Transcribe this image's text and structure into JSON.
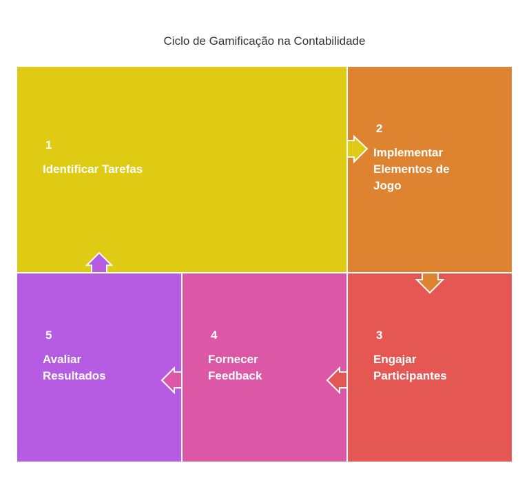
{
  "title": "Ciclo de Gamificação na Contabilidade",
  "colors": {
    "yellow": "#DFCB14",
    "orange": "#DE8431",
    "red": "#E55753",
    "pink": "#DC58A7",
    "purple": "#B55CE3"
  },
  "steps": [
    {
      "number": "1",
      "label": "Identificar Tarefas"
    },
    {
      "number": "2",
      "label": "Implementar Elementos de Jogo"
    },
    {
      "number": "3",
      "label": "Engajar Participantes"
    },
    {
      "number": "4",
      "label": "Fornecer Feedback"
    },
    {
      "number": "5",
      "label": "Avaliar Resultados"
    }
  ]
}
